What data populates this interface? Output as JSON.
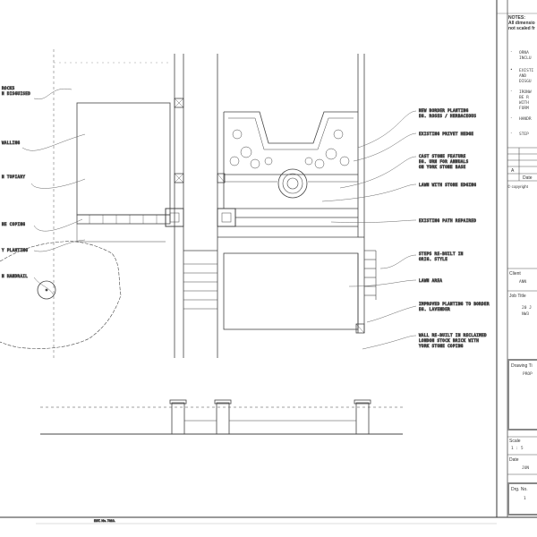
{
  "left_annotations": [
    [
      "ROCKS",
      "N DISGUISED"
    ],
    [
      "WALLING"
    ],
    [
      "N TOPIARY"
    ],
    [
      "NE COPING"
    ],
    [
      "Y PLANTING"
    ],
    [
      "N HANDRAIL"
    ]
  ],
  "right_annotations": [
    [
      "NEW BORDER PLANTING",
      "EG. ROSES / HERBACEOUS"
    ],
    [
      "EXISTING PRIVET HEDGE"
    ],
    [
      "CAST STONE FEATURE",
      "EG. URN FOR ANNUALS",
      "ON YORK STONE BASE"
    ],
    [
      "LAWN WITH STONE EDGING"
    ],
    [
      "EXISTING PATH REPAIRED"
    ],
    [
      "STEPS RE-BUILT IN",
      "ORIG. STYLE"
    ],
    [
      "LAWN AREA"
    ],
    [
      "IMPROVED PLANTING TO BORDER",
      "EG. LAVENDER"
    ],
    [
      "WALL RE-BUILT IN RECLAIMED",
      "LONDON STOCK BRICK WITH",
      "YORK STONE COPING"
    ]
  ],
  "footer_text": "EST. No. 7310.",
  "title_block": {
    "notes_heading": "NOTES:",
    "notes_intro": [
      "All dimensio",
      "not scaled fr"
    ],
    "notes_items": [
      [
        "ORNA",
        "INCLU"
      ],
      [
        "EXISTI",
        "AND",
        "DISGU"
      ],
      [
        "IRONW",
        "BE R",
        "WITH",
        "FORM"
      ],
      [
        "HANDR"
      ],
      [
        "STEP"
      ]
    ],
    "revision_label": "A",
    "date_col_label": "Date",
    "copyright": "© copyright",
    "client_label": "Client",
    "client_value": "ANN",
    "job_title_label": "Job Title",
    "job_title_value": [
      "20 J",
      "NW3"
    ],
    "drawing_title_label": "Drawing Ti",
    "drawing_title_value": "PROP",
    "scale_label": "Scale",
    "scale_value": "1 : 5",
    "date_label": "Date",
    "date_value": "JUN",
    "drg_no_label": "Drg. No.",
    "drg_no_value": "1"
  }
}
